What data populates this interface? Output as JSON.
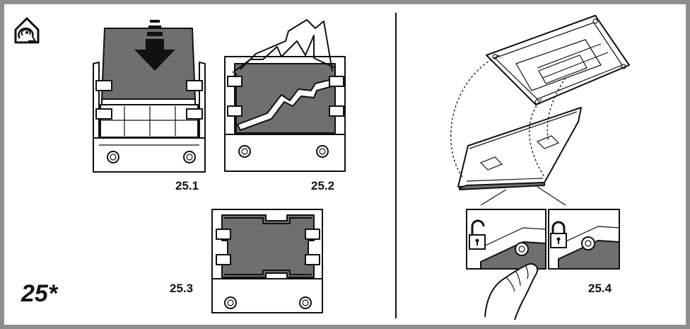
{
  "figure": {
    "number": "25*",
    "steps": [
      {
        "label": "25.1"
      },
      {
        "label": "25.2"
      },
      {
        "label": "25.3"
      },
      {
        "label": "25.4"
      }
    ],
    "icons": [
      "house-filter-icon",
      "lock-open-icon",
      "lock-closed-icon"
    ],
    "colors": {
      "frame": "#8e8e8e",
      "filter": "#6f6f6f",
      "line": "#111111",
      "background": "#ffffff"
    }
  }
}
